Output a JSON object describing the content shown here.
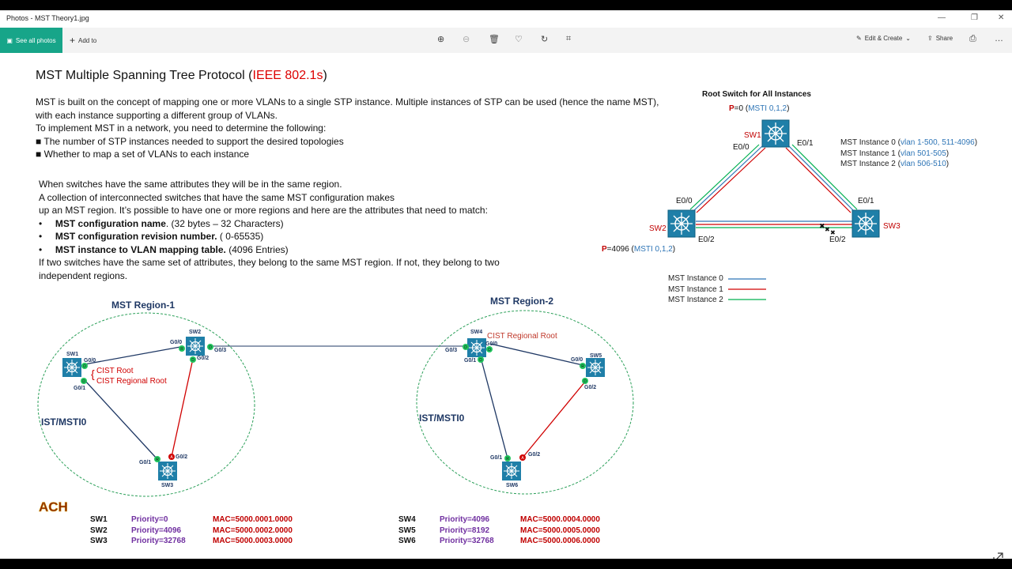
{
  "window": {
    "title": "Photos - MST Theory1.jpg",
    "see_all_label": "See all photos",
    "add_to_label": "Add to",
    "edit_create_label": "Edit & Create",
    "share_label": "Share"
  },
  "slide": {
    "title_prefix": "MST Multiple Spanning Tree Protocol (",
    "title_standard": "IEEE 802.1s",
    "title_suffix": ")",
    "intro": [
      "MST is built on the concept of mapping one or more VLANs to a single STP instance. Multiple instances of STP can be used (hence the name MST),",
      "with each instance supporting a different group of VLANs.",
      "To implement MST in a network, you need to determine the following:",
      "■ The number of STP instances needed to support the desired topologies",
      "■ Whether to map a set of VLANs to each instance"
    ],
    "region": [
      "When switches have the same attributes they will be in the same region.",
      "A collection of interconnected switches that have the same MST configuration makes",
      "up an MST region. It’s possible to have one or more regions and here are the attributes that need to match:"
    ],
    "attributes": [
      {
        "bold": "MST configuration name",
        "rest": ".  (32 bytes – 32 Characters)"
      },
      {
        "bold": "MST configuration revision number.",
        "rest": "  ( 0-65535)"
      },
      {
        "bold": "MST instance to VLAN mapping table.",
        "rest": " (4096 Entries)"
      }
    ],
    "conclusion": [
      "If two switches have the same set of attributes, they belong to the same MST region. If not, they belong to two",
      "independent regions."
    ]
  },
  "topology": {
    "heading": "Root Switch for All Instances",
    "root_p": "P",
    "root_eq": "=0 (",
    "root_msti": "MSTI 0,1,2",
    "root_close": ")",
    "sw2_p": "P",
    "sw2_eq": "=4096 (",
    "sw2_msti": "MSTI 0,1,2",
    "sw2_close": ")",
    "sw1": "SW1",
    "sw2": "SW2",
    "sw3": "SW3",
    "ports": {
      "sw1_e00": "E0/0",
      "sw1_e01": "E0/1",
      "sw2_e00": "E0/0",
      "sw2_e02": "E0/2",
      "sw3_e01": "E0/1",
      "sw3_e02": "E0/2"
    },
    "instances": [
      {
        "label": "MST Instance 0 (",
        "vlans": "vlan 1-500, 511-4096",
        "close": ")"
      },
      {
        "label": "MST Instance 1 (",
        "vlans": "vlan 501-505",
        "close": ")"
      },
      {
        "label": "MST Instance 2 (",
        "vlans": "vlan 506-510",
        "close": ")"
      }
    ],
    "legend": [
      {
        "label": "MST Instance 0",
        "color": "#2e75b6"
      },
      {
        "label": "MST Instance 1",
        "color": "#d00000"
      },
      {
        "label": "MST Instance 2",
        "color": "#00b050"
      }
    ]
  },
  "regions": {
    "r1": {
      "title": "MST Region-1",
      "ist": "IST/MSTI0",
      "cist_root": "CIST Root",
      "cist_regional": "CIST Regional Root",
      "sw1": "SW1",
      "sw2": "SW2",
      "sw3": "SW3",
      "p_sw1_g00": "G0/0",
      "p_sw1_g01": "G0/1",
      "p_sw2_g00": "G0/0",
      "p_sw2_g03": "G0/3",
      "p_sw2_g02": "G0/2",
      "p_sw3_g01": "G0/1",
      "p_sw3_g02": "G0/2"
    },
    "r2": {
      "title": "MST Region-2",
      "ist": "IST/MSTI0",
      "cist_regional": "CIST Regional Root",
      "sw4": "SW4",
      "sw5": "SW5",
      "sw6": "SW6",
      "p_sw4_g03": "G0/3",
      "p_sw4_g00": "G0/0",
      "p_sw4_g01": "G0/1",
      "p_sw5_g00": "G0/0",
      "p_sw5_g02": "G0/2",
      "p_sw6_g01": "G0/1",
      "p_sw6_g02": "G0/2"
    },
    "port_role_d": "D",
    "port_role_r": "R",
    "port_role_a": "A"
  },
  "logo": "ACH",
  "switch_table_left": [
    {
      "name": "SW1",
      "priority": "Priority=0",
      "mac": "MAC=5000.0001.0000"
    },
    {
      "name": "SW2",
      "priority": "Priority=4096",
      "mac": "MAC=5000.0002.0000"
    },
    {
      "name": "SW3",
      "priority": "Priority=32768",
      "mac": "MAC=5000.0003.0000"
    }
  ],
  "switch_table_right": [
    {
      "name": "SW4",
      "priority": "Priority=4096",
      "mac": "MAC=5000.0004.0000"
    },
    {
      "name": "SW5",
      "priority": "Priority=8192",
      "mac": "MAC=5000.0005.0000"
    },
    {
      "name": "SW6",
      "priority": "Priority=32768",
      "mac": "MAC=5000.0006.0000"
    }
  ]
}
